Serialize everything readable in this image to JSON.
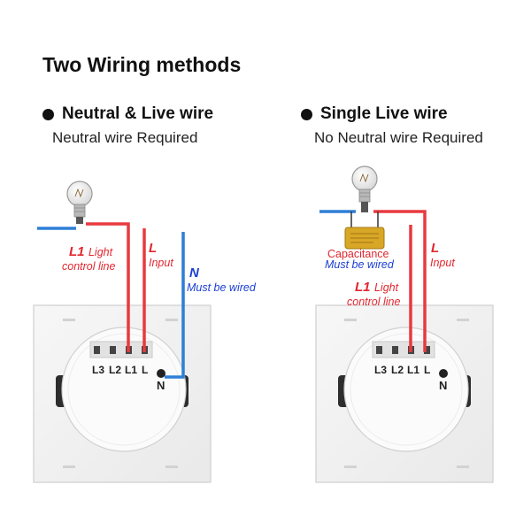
{
  "title": "Two Wiring methods",
  "left": {
    "heading": "Neutral & Live wire",
    "subheading": "Neutral wire Required",
    "labels": {
      "l1_letter": "L1",
      "l1_text_a": "Light",
      "l1_text_b": "control line",
      "l_letter": "L",
      "l_text": "Input",
      "n_letter": "N",
      "n_text": "Must be wired"
    },
    "terminals": [
      "L3",
      "L2",
      "L1",
      "L"
    ],
    "n_terminal": "N"
  },
  "right": {
    "heading": "Single Live wire",
    "subheading": "No Neutral wire Required",
    "labels": {
      "cap_title": "Capacitance",
      "cap_text": "Must be wired",
      "l1_letter": "L1",
      "l1_text_a": "Light",
      "l1_text_b": "control line",
      "l_letter": "L",
      "l_text": "Input"
    },
    "terminals": [
      "L3",
      "L2",
      "L1",
      "L"
    ],
    "n_terminal": "N"
  },
  "colors": {
    "live": "#e83a3f",
    "neutral": "#2e7fd6",
    "capacitor": "#d9a726",
    "panel": "#f2f2f2"
  },
  "icons": {
    "bulb": "light-bulb-icon",
    "capacitor": "capacitor-icon",
    "bullet": "bullet-dot-icon"
  }
}
